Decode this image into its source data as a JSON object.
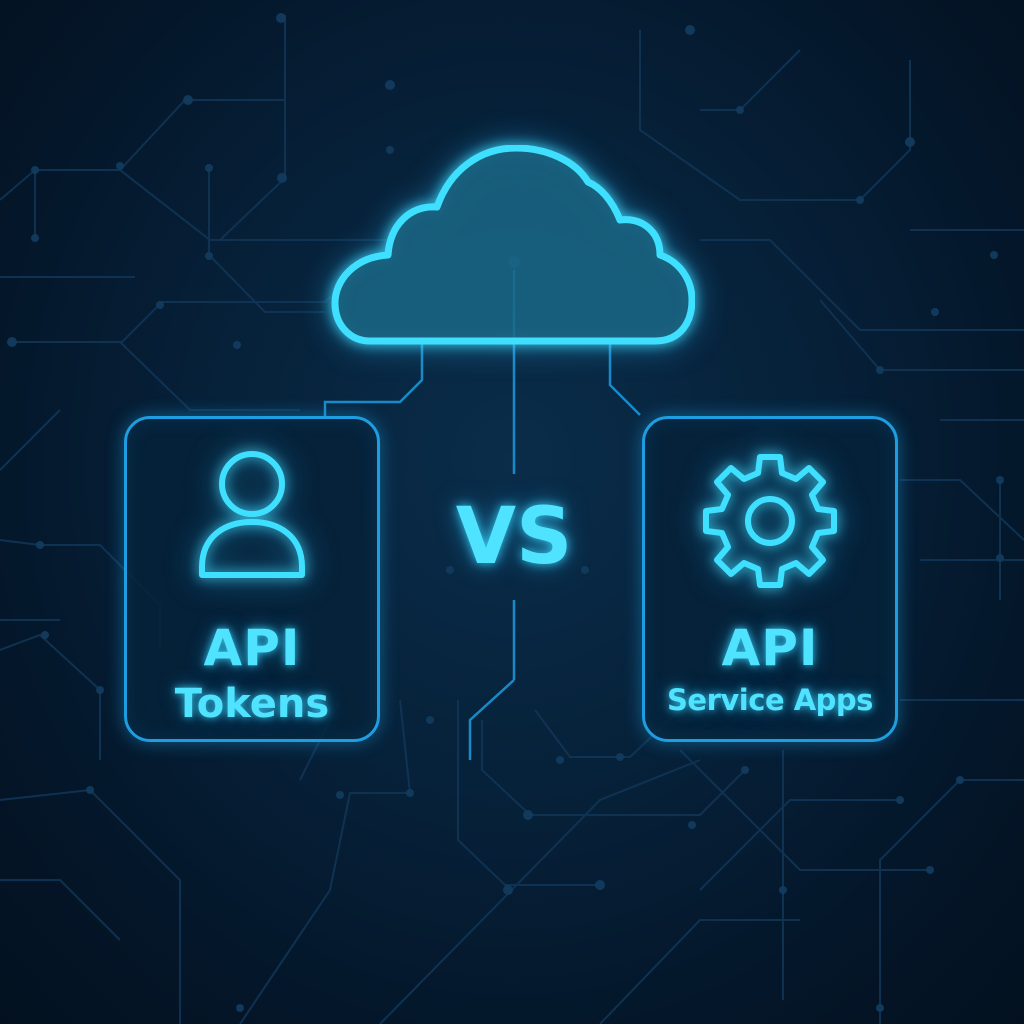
{
  "diagram": {
    "center_icon": "cloud-icon",
    "separator": "VS",
    "left": {
      "icon": "user-icon",
      "title": "API",
      "subtitle": "Tokens"
    },
    "right": {
      "icon": "gear-icon",
      "title": "API",
      "subtitle": "Service Apps"
    }
  },
  "colors": {
    "background": "#041629",
    "accent_glow": "#4fe3ff",
    "card_border": "#1e9ee0",
    "circuit_lines": "#12385a"
  }
}
